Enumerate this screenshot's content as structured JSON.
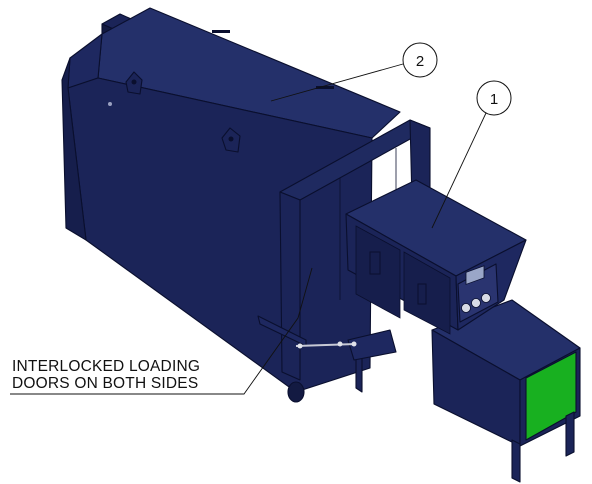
{
  "balloons": [
    {
      "label": "1"
    },
    {
      "label": "2"
    }
  ],
  "callout": {
    "lines": [
      "INTERLOCKED LOADING",
      "DOORS ON BOTH SIDES"
    ]
  },
  "colors": {
    "body_top": "#24306a",
    "body_side": "#1b2458",
    "body_dark": "#131a42",
    "frame": "#1f2a60",
    "panel_green": "#18b020",
    "outline": "#0a0f2e",
    "text": "#111111"
  }
}
